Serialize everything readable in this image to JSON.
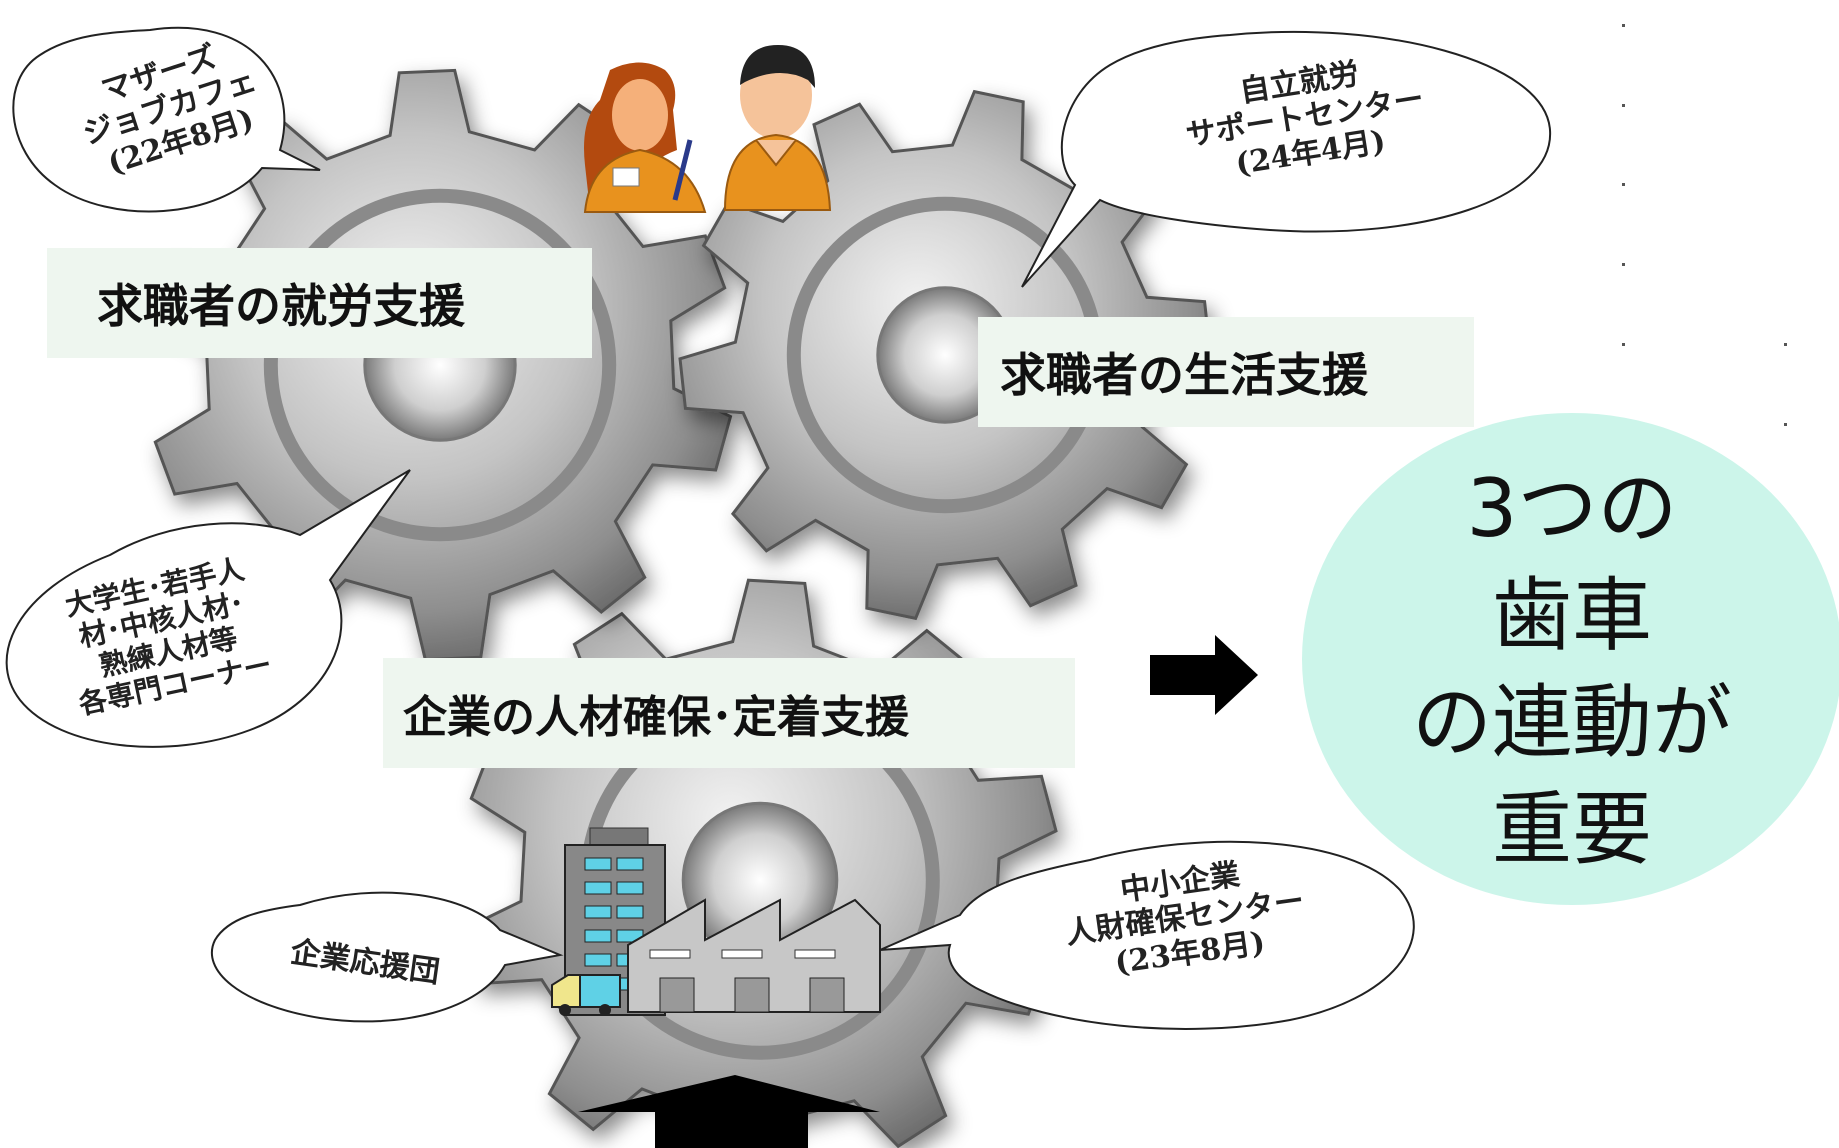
{
  "labels": {
    "job_support": "求職者の就労支援",
    "life_support": "求職者の生活支援",
    "company_support": "企業の人材確保･定着支援"
  },
  "bubbles": {
    "mothers": "マザーズ\nジョブカフェ\n(22年8月)",
    "independence": "自立就労\nサポートセンター\n(24年4月)",
    "students": "大学生･若手人\n材･中核人材･\n熟練人材等\n各専門コーナー",
    "company_aid": "企業応援団",
    "sme": "中小企業\n人財確保センター\n(23年8月)"
  },
  "conclusion": "3つの\n歯車\nの連動が\n重要",
  "colors": {
    "label_bg": "#eef6ef",
    "circle_bg": "#ccf5ea",
    "gear": "#a9a9a9",
    "person_orange": "#e8921e"
  },
  "icons": [
    "gear-icon",
    "person-woman-icon",
    "person-man-icon",
    "building-icon",
    "factory-icon",
    "truck-icon",
    "arrow-right-icon",
    "arrow-up-icon"
  ]
}
